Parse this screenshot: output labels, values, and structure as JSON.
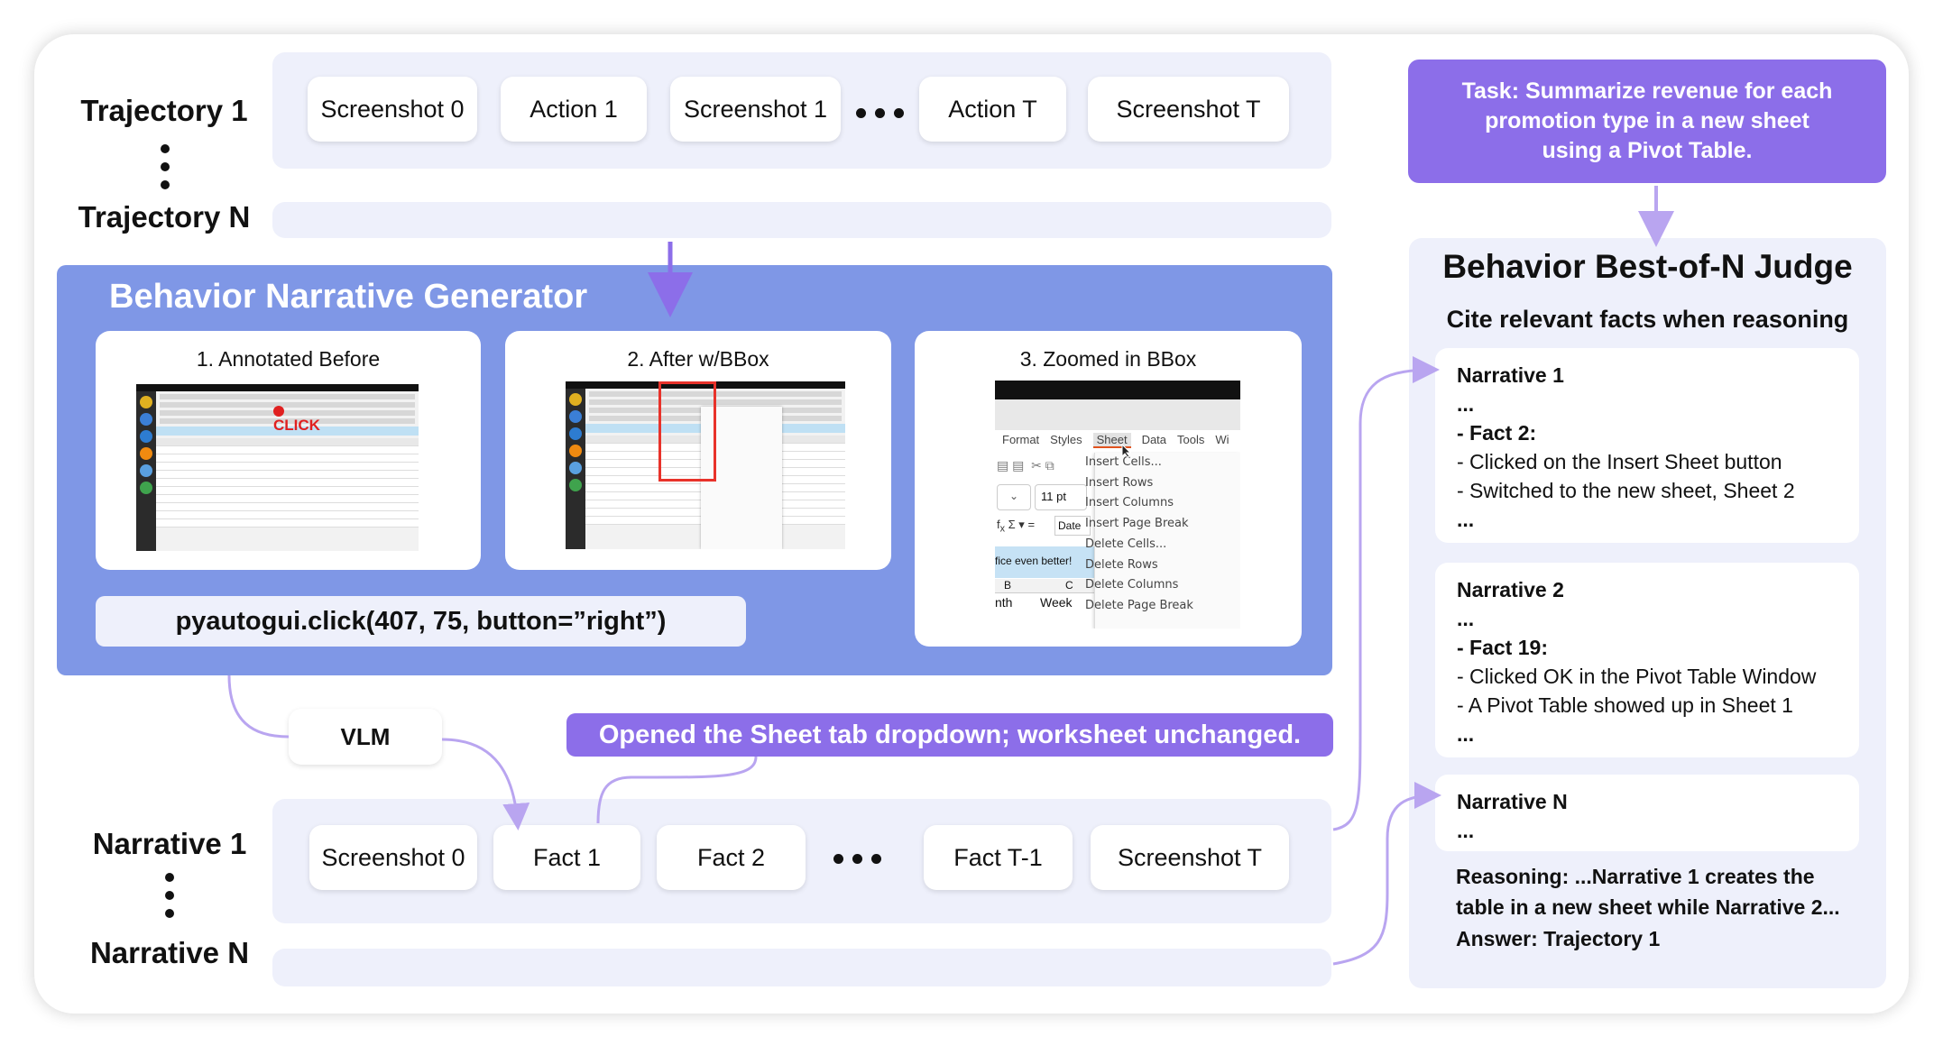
{
  "trajectories": {
    "first_label": "Trajectory 1",
    "last_label": "Trajectory N",
    "steps": [
      "Screenshot 0",
      "Action 1",
      "Screenshot 1",
      "Action T",
      "Screenshot T"
    ]
  },
  "generator": {
    "title": "Behavior Narrative Generator",
    "cards": [
      {
        "title": "1. Annotated Before",
        "click_label": "CLICK"
      },
      {
        "title": "2. After w/BBox"
      },
      {
        "title": "3. Zoomed in BBox",
        "menu_bar": [
          "Format",
          "Styles",
          "Sheet",
          "Data",
          "Tools",
          "Wi"
        ],
        "font_size": "11 pt",
        "formula_text": "Date",
        "help_text": "fice even better!",
        "columns": [
          "B",
          "C"
        ],
        "cells": [
          "nth",
          "Week"
        ],
        "menu_items": [
          "Insert Cells...",
          "Insert Rows",
          "Insert Columns",
          "Insert Page Break",
          "Delete Cells...",
          "Delete Rows",
          "Delete Columns",
          "Delete Page Break"
        ]
      }
    ],
    "action_code": "pyautogui.click(407, 75, button=”right”)"
  },
  "vlm_label": "VLM",
  "fact_banner": "Opened the Sheet tab dropdown; worksheet unchanged.",
  "narratives": {
    "first_label": "Narrative 1",
    "last_label": "Narrative N",
    "steps": [
      "Screenshot 0",
      "Fact 1",
      "Fact 2",
      "Fact T-1",
      "Screenshot T"
    ]
  },
  "task": {
    "lines": [
      "Task: Summarize revenue for each",
      "promotion type in a new sheet",
      "using a Pivot Table."
    ]
  },
  "judge": {
    "title": "Behavior Best-of-N Judge",
    "subtitle": "Cite relevant facts when reasoning",
    "narratives": [
      {
        "title": "Narrative 1",
        "ellipsis": "...",
        "fact": "- Fact 2:",
        "lines": [
          "- Clicked on the Insert Sheet button",
          "- Switched to the new sheet, Sheet 2"
        ],
        "end": "..."
      },
      {
        "title": "Narrative 2",
        "ellipsis": "...",
        "fact": "- Fact 19:",
        "lines": [
          "- Clicked OK in the Pivot Table Window",
          "- A Pivot Table showed up in Sheet 1"
        ],
        "end": "..."
      },
      {
        "title": "Narrative N",
        "ellipsis": "..."
      }
    ],
    "reasoning": [
      "Reasoning: ...Narrative 1 creates the",
      "table in a new sheet while Narrative 2..."
    ],
    "answer": "Answer: Trajectory 1"
  },
  "colors": {
    "panel": "#7f97e6",
    "accent": "#8c6ee9",
    "band": "#eef0fb",
    "connector": "#b9a5f0"
  }
}
